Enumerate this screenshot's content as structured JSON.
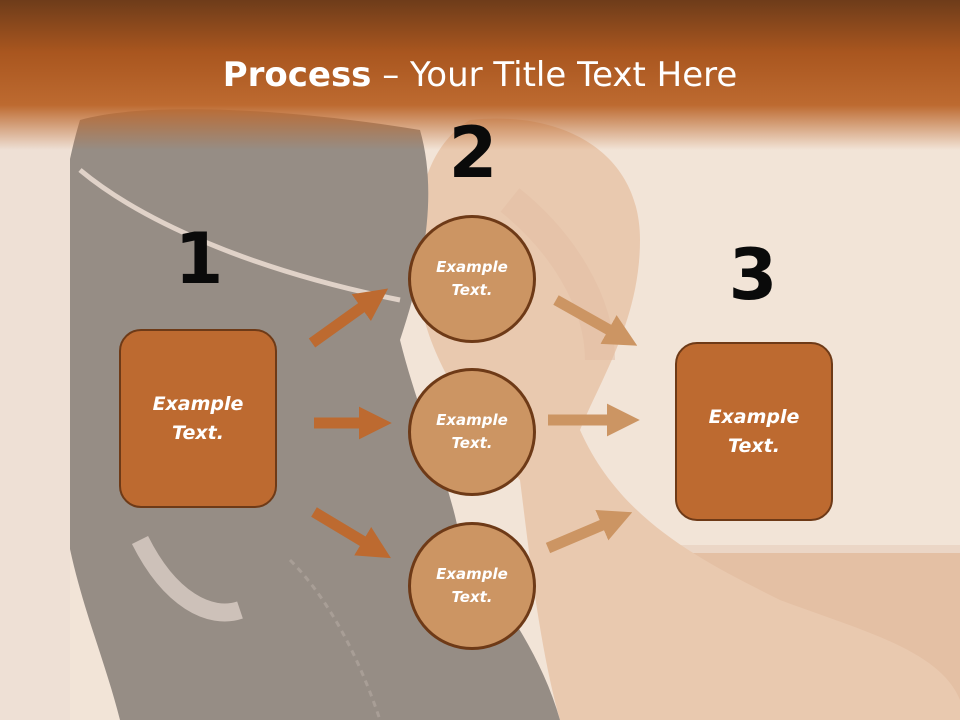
{
  "slide": {
    "title_bold": "Process",
    "title_rest": " – Your Title Text Here"
  },
  "steps": {
    "one": {
      "number": "1",
      "text_line1": "Example",
      "text_line2": "Text."
    },
    "two": {
      "number": "2",
      "circles": [
        {
          "text_line1": "Example",
          "text_line2": "Text."
        },
        {
          "text_line1": "Example",
          "text_line2": "Text."
        },
        {
          "text_line1": "Example",
          "text_line2": "Text."
        }
      ]
    },
    "three": {
      "number": "3",
      "text_line1": "Example",
      "text_line2": "Text."
    }
  },
  "colors": {
    "header": "#bd6a30",
    "box_fill": "#bd6a30",
    "circle_fill": "#cc9563",
    "outline": "#6e3a17",
    "arrow_left": "#bd6a30",
    "arrow_right": "#cc9563"
  }
}
